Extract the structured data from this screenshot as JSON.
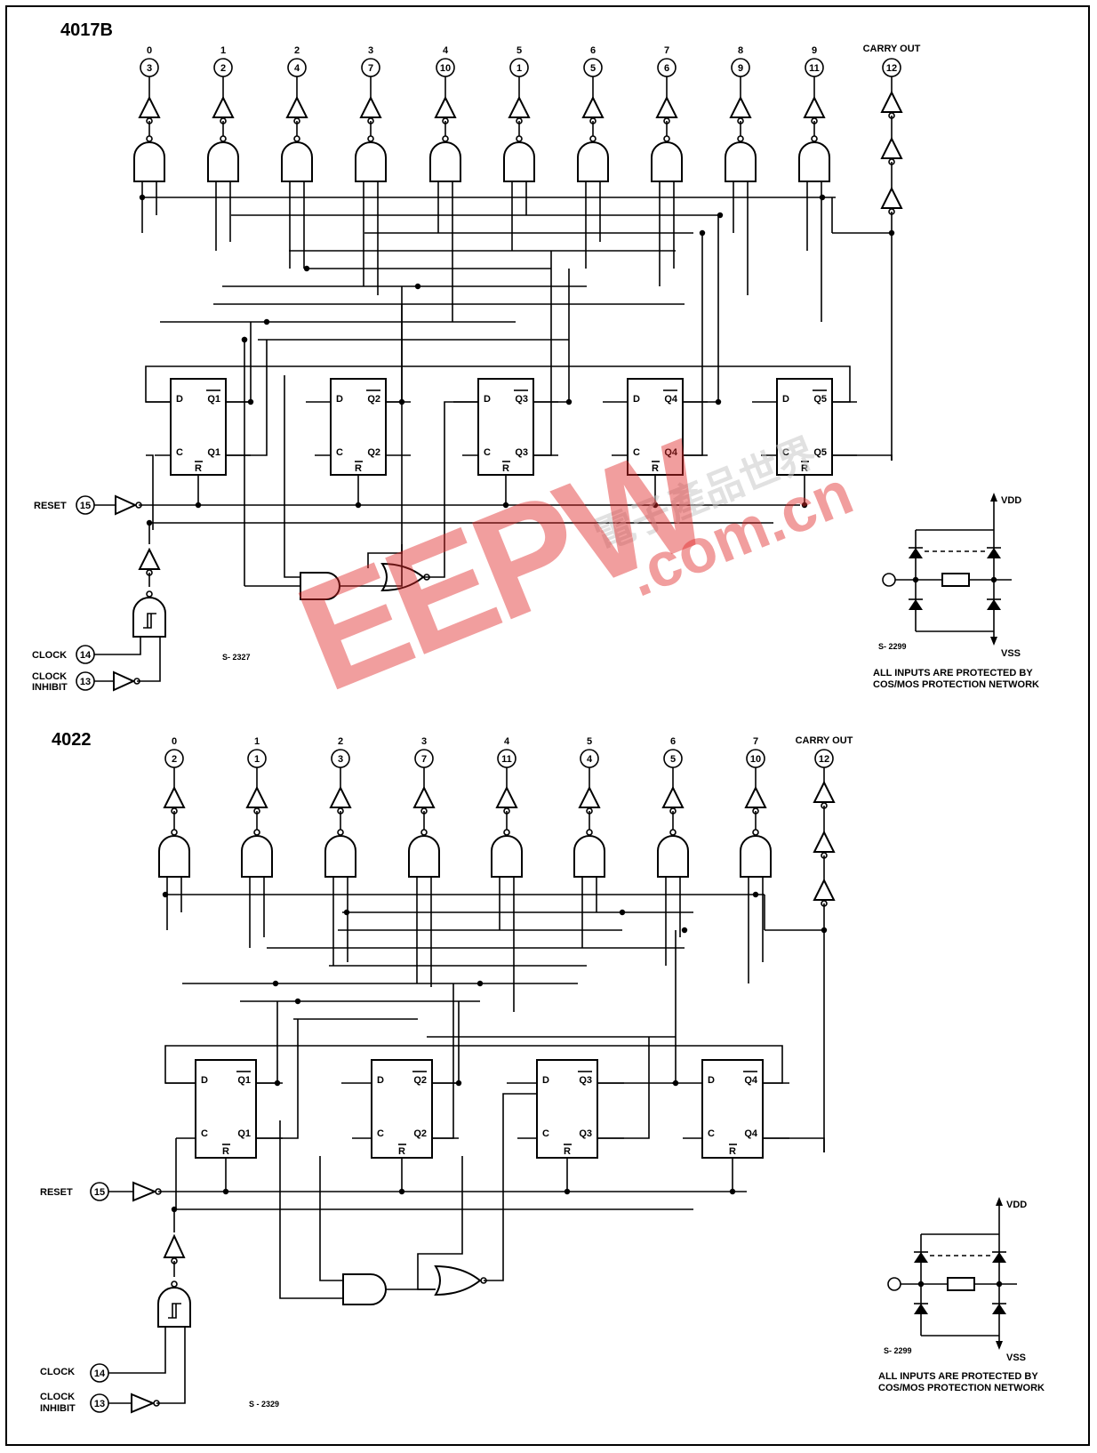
{
  "diagram_4017": {
    "title": "4017B",
    "outputs": [
      {
        "digit": "0",
        "pin": "3"
      },
      {
        "digit": "1",
        "pin": "2"
      },
      {
        "digit": "2",
        "pin": "4"
      },
      {
        "digit": "3",
        "pin": "7"
      },
      {
        "digit": "4",
        "pin": "10"
      },
      {
        "digit": "5",
        "pin": "1"
      },
      {
        "digit": "6",
        "pin": "5"
      },
      {
        "digit": "7",
        "pin": "6"
      },
      {
        "digit": "8",
        "pin": "9"
      },
      {
        "digit": "9",
        "pin": "11"
      }
    ],
    "carry_label": "CARRY OUT",
    "carry_pin": "12",
    "flipflops": [
      {
        "d": "D",
        "c": "C",
        "q": "Q1",
        "qbar": "Q1",
        "r": "R"
      },
      {
        "d": "D",
        "c": "C",
        "q": "Q2",
        "qbar": "Q2",
        "r": "R"
      },
      {
        "d": "D",
        "c": "C",
        "q": "Q3",
        "qbar": "Q3",
        "r": "R"
      },
      {
        "d": "D",
        "c": "C",
        "q": "Q4",
        "qbar": "Q4",
        "r": "R"
      },
      {
        "d": "D",
        "c": "C",
        "q": "Q5",
        "qbar": "Q5",
        "r": "R"
      }
    ],
    "reset_label": "RESET",
    "reset_pin": "15",
    "clock_label": "CLOCK",
    "clock_pin": "14",
    "inhibit_label": "CLOCK INHIBIT",
    "inhibit_pin": "13",
    "code": "S- 2327"
  },
  "diagram_4022": {
    "title": "4022",
    "outputs": [
      {
        "digit": "0",
        "pin": "2"
      },
      {
        "digit": "1",
        "pin": "1"
      },
      {
        "digit": "2",
        "pin": "3"
      },
      {
        "digit": "3",
        "pin": "7"
      },
      {
        "digit": "4",
        "pin": "11"
      },
      {
        "digit": "5",
        "pin": "4"
      },
      {
        "digit": "6",
        "pin": "5"
      },
      {
        "digit": "7",
        "pin": "10"
      }
    ],
    "carry_label": "CARRY OUT",
    "carry_pin": "12",
    "flipflops": [
      {
        "d": "D",
        "c": "C",
        "q": "Q1",
        "qbar": "Q1",
        "r": "R"
      },
      {
        "d": "D",
        "c": "C",
        "q": "Q2",
        "qbar": "Q2",
        "r": "R"
      },
      {
        "d": "D",
        "c": "C",
        "q": "Q3",
        "qbar": "Q3",
        "r": "R"
      },
      {
        "d": "D",
        "c": "C",
        "q": "Q4",
        "qbar": "Q4",
        "r": "R"
      }
    ],
    "reset_label": "RESET",
    "reset_pin": "15",
    "clock_label": "CLOCK",
    "clock_pin": "14",
    "inhibit_label": "CLOCK INHIBIT",
    "inhibit_pin": "13",
    "code": "S - 2329"
  },
  "protection_1": {
    "vdd": "VDD",
    "vss": "VSS",
    "code": "S- 2299",
    "note_line1": "ALL INPUTS ARE PROTECTED BY",
    "note_line2": "COS/MOS PROTECTION NETWORK"
  },
  "protection_2": {
    "vdd": "VDD",
    "vss": "VSS",
    "code": "S- 2299",
    "note_line1": "ALL INPUTS ARE PROTECTED BY",
    "note_line2": "COS/MOS PROTECTION NETWORK"
  },
  "watermark": {
    "main": "EEPW",
    "domain": ".com.cn",
    "chinese": "電子產品世界"
  }
}
